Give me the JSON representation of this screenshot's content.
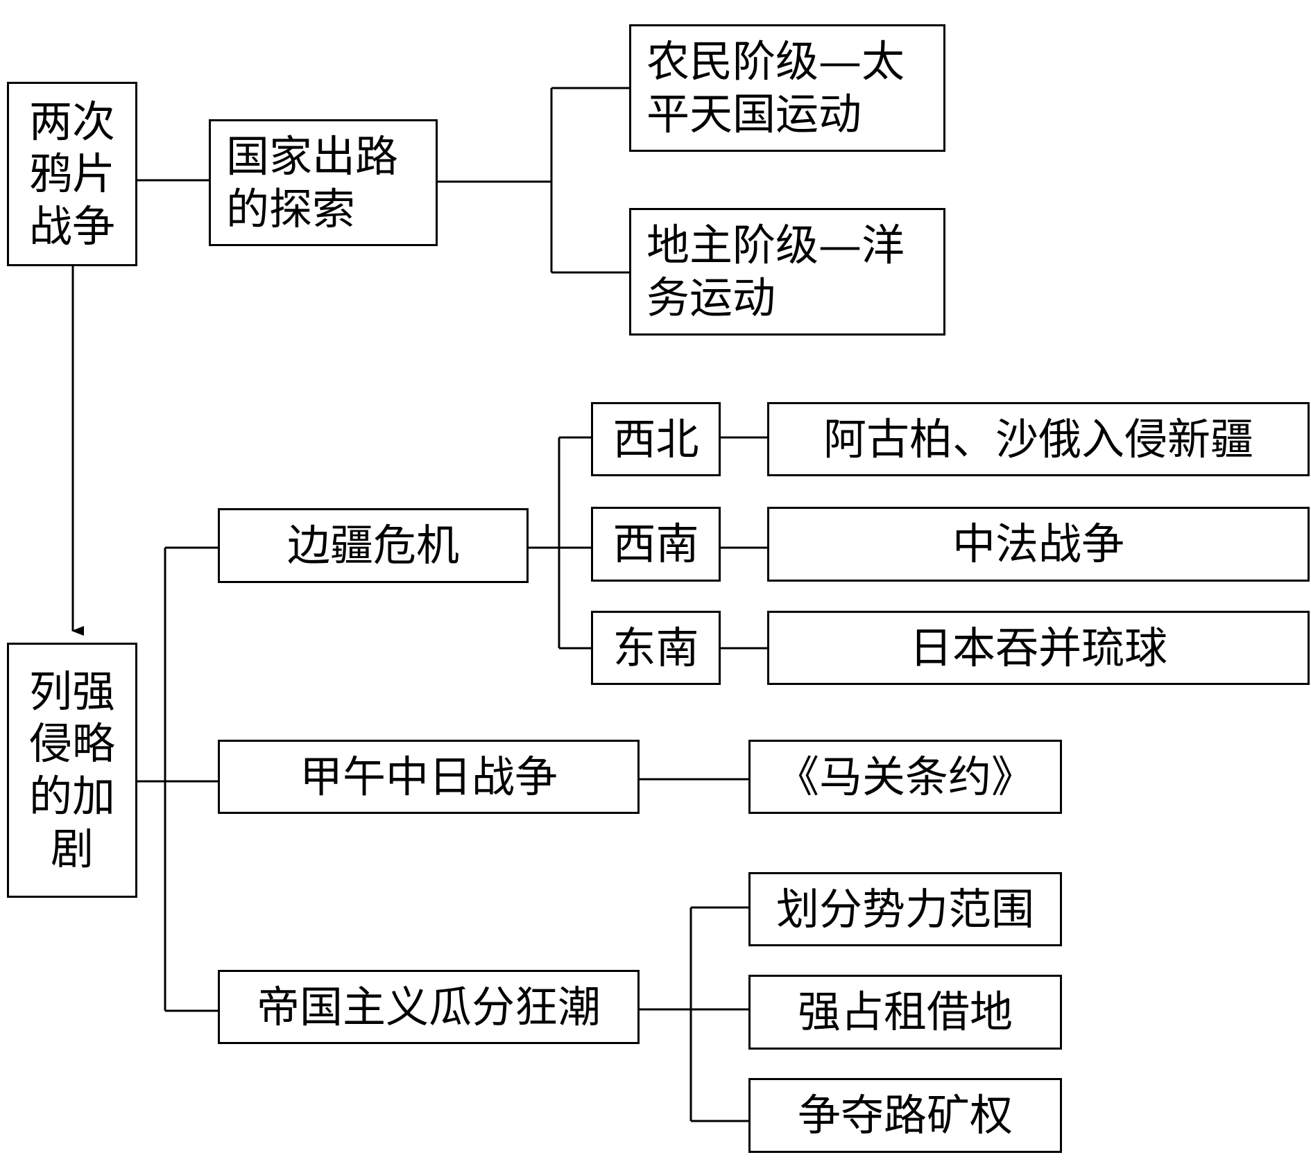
{
  "root_top": {
    "label": "两次鸦片战争"
  },
  "explore": {
    "label": "国家出路的探索"
  },
  "peasant": {
    "label": "农民阶级—太平天国运动"
  },
  "landlord": {
    "label": "地主阶级—洋务运动"
  },
  "root_bottom": {
    "label": "列强侵略的加剧"
  },
  "border_crisis": {
    "label": "边疆危机"
  },
  "northwest": {
    "label": "西北"
  },
  "northwest_event": {
    "label": "阿古柏、沙俄入侵新疆"
  },
  "southwest": {
    "label": "西南"
  },
  "southwest_event": {
    "label": "中法战争"
  },
  "southeast": {
    "label": "东南"
  },
  "southeast_event": {
    "label": "日本吞并琉球"
  },
  "sino_japanese_war": {
    "label": "甲午中日战争"
  },
  "shimonoseki": {
    "label": "《马关条约》"
  },
  "partition": {
    "label": "帝国主义瓜分狂潮"
  },
  "spheres": {
    "label": "划分势力范围"
  },
  "leases": {
    "label": "强占租借地"
  },
  "rights": {
    "label": "争夺路矿权"
  }
}
